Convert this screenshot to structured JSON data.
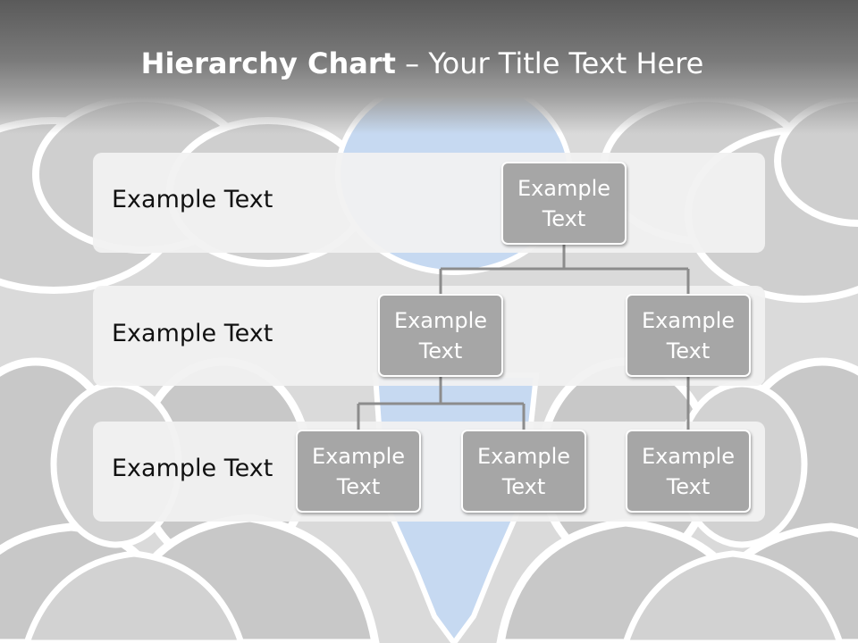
{
  "title": {
    "bold": "Hierarchy Chart",
    "rest": " – Your Title Text Here"
  },
  "levels": [
    {
      "label": "Example Text"
    },
    {
      "label": "Example Text"
    },
    {
      "label": "Example Text"
    }
  ],
  "nodes": {
    "root": "Example Text",
    "mid_left": "Example Text",
    "mid_right": "Example Text",
    "bottom_left": "Example Text",
    "bottom_center": "Example Text",
    "bottom_right": "Example Text"
  },
  "colors": {
    "title_bar": "#6e6e6e",
    "band": "#f1f1f1",
    "node_fill": "#a6a6a6",
    "connector": "#8c8c8c",
    "accent_bubble": "#c6d9f1",
    "crowd": "#c8c8c8"
  }
}
